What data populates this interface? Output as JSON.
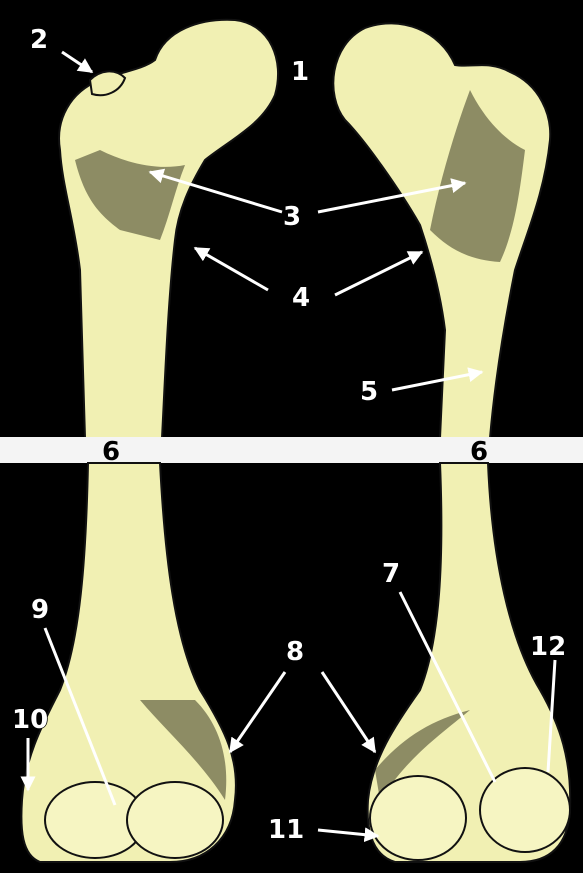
{
  "colors": {
    "background": "#000000",
    "bone": "#f1f0b3",
    "divider": "#f4f4f4",
    "label": "#ffffff"
  },
  "labels": {
    "l1": "1",
    "l2": "2",
    "l3": "3",
    "l4": "4",
    "l5": "5",
    "l6a": "6",
    "l6b": "6",
    "l7": "7",
    "l8": "8",
    "l9": "9",
    "l10": "10",
    "l11": "11",
    "l12": "12"
  }
}
